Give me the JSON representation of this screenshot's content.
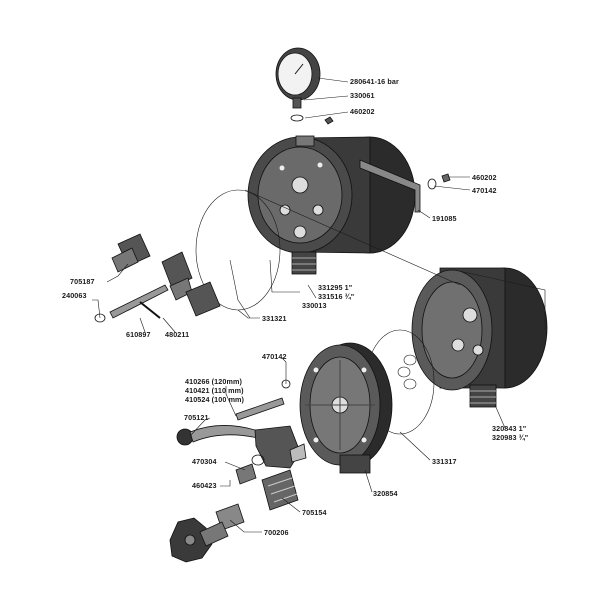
{
  "colors": {
    "ink": "#1a1a1a",
    "part_dark": "#2b2b2b",
    "part_mid": "#5a5a5a",
    "part_light": "#9a9a9a",
    "paper": "#ffffff"
  },
  "labels": {
    "gauge": "280641-16 bar",
    "l330061": "330061",
    "l460202a": "460202",
    "l460202b": "460202",
    "l470142a": "470142",
    "l191085": "191085",
    "l705187": "705187",
    "l240063": "240063",
    "l610897": "610897",
    "l480211": "480211",
    "l331321": "331321",
    "l330013": "330013",
    "l331295": "331295  1\"",
    "l331516": "331516  ¾\"",
    "l470142b": "470142",
    "l410266": "410266 (120mm)",
    "l410421": "410421 (110 mm)",
    "l410524": "410524 (100 mm)",
    "l705121": "705121",
    "l470304": "470304",
    "l460423": "460423",
    "l705154": "705154",
    "l700206": "700206",
    "l320854": "320854",
    "l331317": "331317",
    "l320843": "320843   1\"",
    "l320983": "320983   ¾\""
  }
}
